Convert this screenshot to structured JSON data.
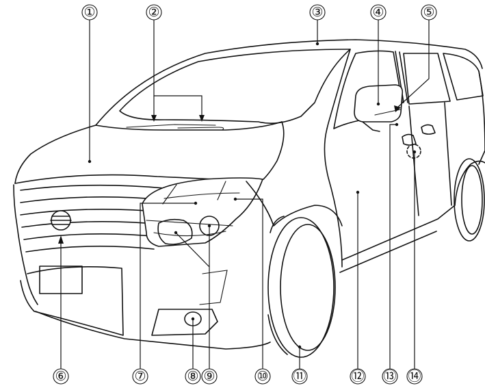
{
  "callouts": [
    {
      "id": "1",
      "label": "①"
    },
    {
      "id": "2",
      "label": "②"
    },
    {
      "id": "3",
      "label": "③"
    },
    {
      "id": "4",
      "label": "④"
    },
    {
      "id": "5",
      "label": "⑤"
    },
    {
      "id": "6",
      "label": "⑥"
    },
    {
      "id": "7",
      "label": "⑦"
    },
    {
      "id": "8",
      "label": "⑧"
    },
    {
      "id": "9",
      "label": "⑨"
    },
    {
      "id": "10",
      "label": "⑩"
    },
    {
      "id": "11",
      "label": "⑪"
    },
    {
      "id": "12",
      "label": "⑫"
    },
    {
      "id": "13",
      "label": "⑬"
    },
    {
      "id": "14",
      "label": "⑭"
    }
  ]
}
